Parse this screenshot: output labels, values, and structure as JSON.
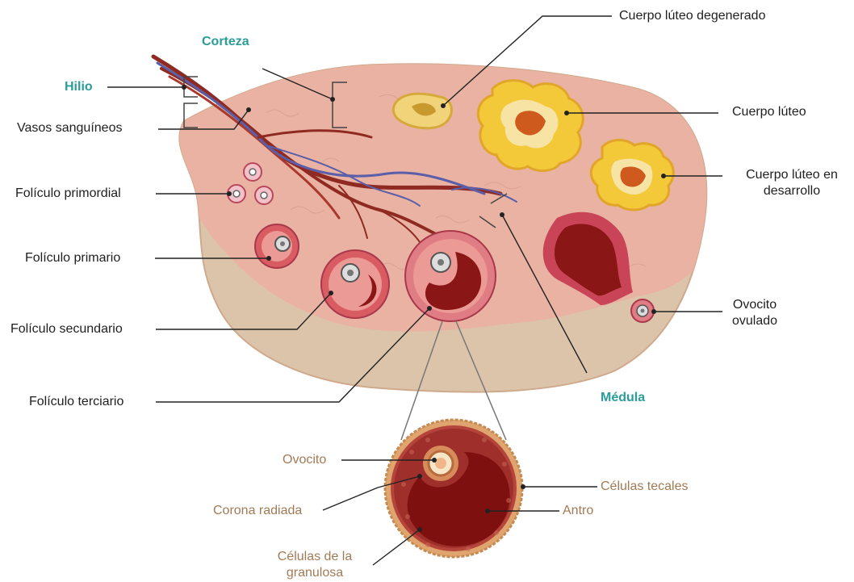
{
  "colors": {
    "region_label": "#2a9d9b",
    "label": "#1f1f1f",
    "inset_label": "#a27a55",
    "cortex": "#e9b2a2",
    "medulla": "#dcc4ab",
    "follicle_red": "#8a1616",
    "luteum_yellow": "#f3c93a",
    "vessel_red": "#8e2a22",
    "vessel_blue": "#5b5ea8"
  },
  "labels": {
    "corteza": "Corteza",
    "hilio": "Hilio",
    "vasos": "Vasos sanguíneos",
    "primordial": "Folículo primordial",
    "primario": "Folículo primario",
    "secundario": "Folículo secundario",
    "terciario": "Folículo terciario",
    "degenerado": "Cuerpo lúteo degenerado",
    "luteo": "Cuerpo lúteo",
    "desarrollo_1": "Cuerpo lúteo en",
    "desarrollo_2": "desarrollo",
    "ovulado_1": "Ovocito",
    "ovulado_2": "ovulado",
    "medula": "Médula"
  },
  "inset": {
    "ovocito": "Ovocito",
    "corona": "Corona radiada",
    "granulosa_1": "Células de la",
    "granulosa_2": "granulosa",
    "tecales": "Células tecales",
    "antro": "Antro"
  }
}
